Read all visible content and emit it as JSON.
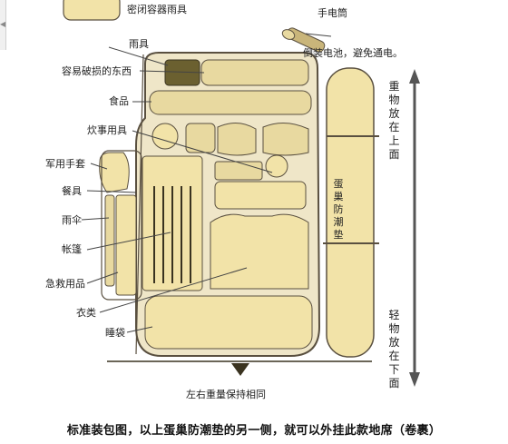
{
  "labels": {
    "sealed_container_rain": "密闭容器雨具",
    "flashlight": "手电筒",
    "flashlight_note": "倒装电池，避免通电。",
    "rain_gear": "雨具",
    "fragile": "容易破损的东西",
    "food": "食品",
    "cookware": "炊事用具",
    "gloves": "军用手套",
    "utensils": "餐具",
    "umbrella": "雨伞",
    "tent": "帐篷",
    "first_aid": "急救用品",
    "clothing": "衣类",
    "sleeping_bag": "睡袋",
    "balance": "左右重量保持相同",
    "heavy_top": "重物放在上面",
    "light_bottom": "轻物放在下面",
    "pad_name": "蛋巢防潮垫"
  },
  "caption": "标准装包图，以上蛋巢防潮垫的另一侧，就可以外挂此款地席（卷裹）",
  "colors": {
    "pack_fill": "#efe6c8",
    "item_fill": "#f2e3a8",
    "outline": "#5a5040",
    "arrow": "#444444"
  }
}
